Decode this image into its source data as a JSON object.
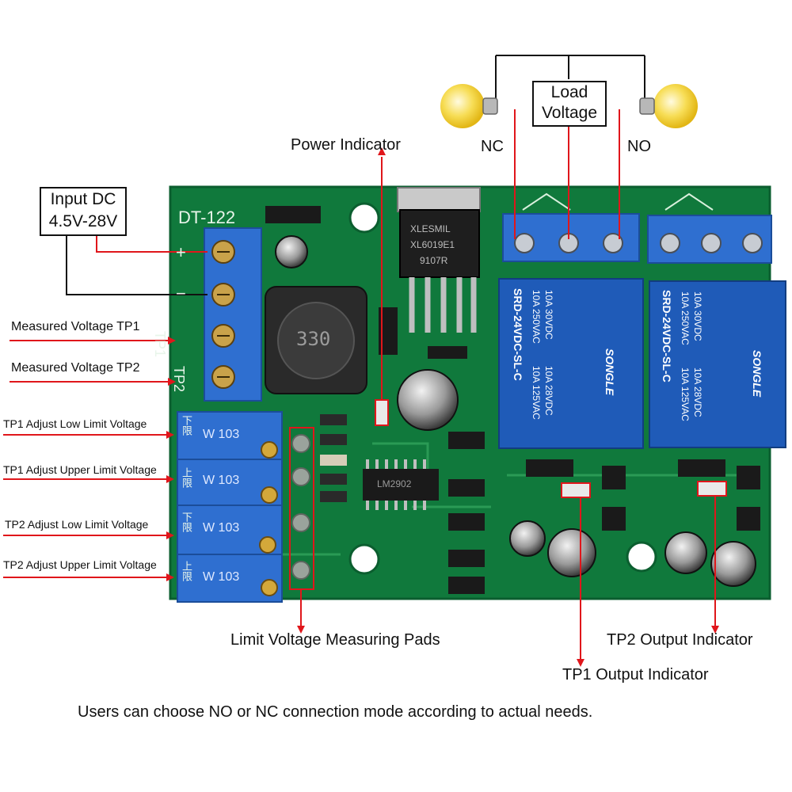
{
  "board": {
    "model": "DT-122",
    "plus_mark": "+",
    "minus_mark": "−",
    "tp1_mark": "TP1",
    "tp2_mark": "TP2",
    "regulator_text": [
      "XLESMIL",
      "XL6019E1",
      "9107R"
    ],
    "inductor_text": "330",
    "pot_text": "W 103",
    "pot_side_marks": [
      "下限",
      "上限",
      "下限",
      "上限"
    ],
    "relay_text": [
      "SRD-24VDC-SL-C",
      "10A 250VAC",
      "10A 30VDC",
      "10A 125VAC",
      "10A 28VDC"
    ],
    "relay_brand": "SONGLE",
    "ic_text": "LM2902"
  },
  "labels": {
    "input_dc_line1": "Input DC",
    "input_dc_line2": "4.5V-28V",
    "power_indicator": "Power Indicator",
    "load_voltage_line1": "Load",
    "load_voltage_line2": "Voltage",
    "nc": "NC",
    "no": "NO",
    "measured_tp1": "Measured Voltage TP1",
    "measured_tp2": "Measured Voltage TP2",
    "tp1_low": "TP1 Adjust Low Limit Voltage",
    "tp1_upper": "TP1 Adjust Upper Limit Voltage",
    "tp2_low": "TP2 Adjust Low Limit Voltage",
    "tp2_upper": "TP2 Adjust Upper Limit Voltage",
    "limit_pads": "Limit Voltage Measuring Pads",
    "tp2_output": "TP2 Output Indicator",
    "tp1_output": "TP1 Output Indicator",
    "caption": "Users can choose NO or NC connection mode according to actual needs."
  },
  "colors": {
    "pcb": "#0f7a3d",
    "pcb_edge": "#0b5e2f",
    "terminal": "#2f6fd0",
    "relay": "#1f5bb8",
    "callout_red": "#e0161b",
    "wire_black": "#111111",
    "bulb": "#f4d12a"
  }
}
